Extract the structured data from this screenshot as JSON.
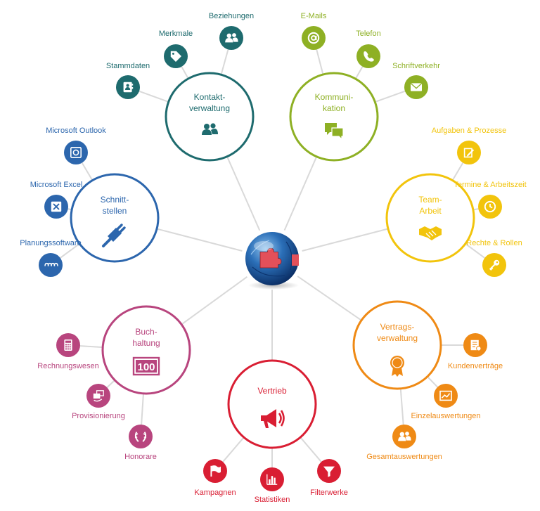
{
  "hub": {
    "icon": "puzzle-globe-icon"
  },
  "clusters": [
    {
      "id": "kontakt",
      "title": [
        "Kontakt-",
        "verwaltung"
      ],
      "color": "#1e6b6e",
      "icon": "people-icon",
      "items": [
        {
          "label": "Beziehungen",
          "icon": "people-circle-icon"
        },
        {
          "label": "Merkmale",
          "icon": "tag-icon"
        },
        {
          "label": "Stammdaten",
          "icon": "contact-card-icon"
        }
      ]
    },
    {
      "id": "kommunikation",
      "title": [
        "Kommuni-",
        "kation"
      ],
      "color": "#8eb024",
      "icon": "chat-bubbles-icon",
      "items": [
        {
          "label": "E-Mails",
          "icon": "at-icon"
        },
        {
          "label": "Telefon",
          "icon": "phone-icon"
        },
        {
          "label": "Schriftverkehr",
          "icon": "envelope-icon"
        }
      ]
    },
    {
      "id": "team",
      "title": [
        "Team-",
        "Arbeit"
      ],
      "color": "#f2c40c",
      "icon": "handshake-icon",
      "items": [
        {
          "label": "Aufgaben & Prozesse",
          "icon": "edit-note-icon"
        },
        {
          "label": "Termine & Arbeitszeit",
          "icon": "clock-icon"
        },
        {
          "label": "Rechte & Rollen",
          "icon": "key-icon"
        }
      ]
    },
    {
      "id": "vertrag",
      "title": [
        "Vertrags-",
        "verwaltung"
      ],
      "color": "#ef8a15",
      "icon": "award-badge-icon",
      "items": [
        {
          "label": "Kundenverträge",
          "icon": "contract-icon"
        },
        {
          "label": "Einzelauswertungen",
          "icon": "line-chart-icon"
        },
        {
          "label": "Gesamtauswertungen",
          "icon": "group-icon"
        }
      ]
    },
    {
      "id": "vertrieb",
      "title": [
        "Vertrieb"
      ],
      "color": "#d91e33",
      "icon": "megaphone-icon",
      "items": [
        {
          "label": "Kampagnen",
          "icon": "flag-icon"
        },
        {
          "label": "Statistiken",
          "icon": "bar-chart-icon"
        },
        {
          "label": "Filterwerke",
          "icon": "funnel-icon"
        }
      ]
    },
    {
      "id": "buchhaltung",
      "title": [
        "Buch-",
        "haltung"
      ],
      "color": "#b8457e",
      "icon": "banknote-100-icon",
      "icon_text": "100",
      "items": [
        {
          "label": "Rechnungswesen",
          "icon": "calculator-icon"
        },
        {
          "label": "Provisionierung",
          "icon": "money-exchange-icon"
        },
        {
          "label": "Honorare",
          "icon": "laurel-icon"
        }
      ]
    },
    {
      "id": "schnittstellen",
      "title": [
        "Schnitt-",
        "stellen"
      ],
      "color": "#2c66ad",
      "icon": "plug-icon",
      "items": [
        {
          "label": "Microsoft Outlook",
          "icon": "outlook-icon"
        },
        {
          "label": "Microsoft Excel",
          "icon": "excel-icon"
        },
        {
          "label": "Planungssoftware",
          "icon": "chain-icon"
        }
      ]
    }
  ]
}
